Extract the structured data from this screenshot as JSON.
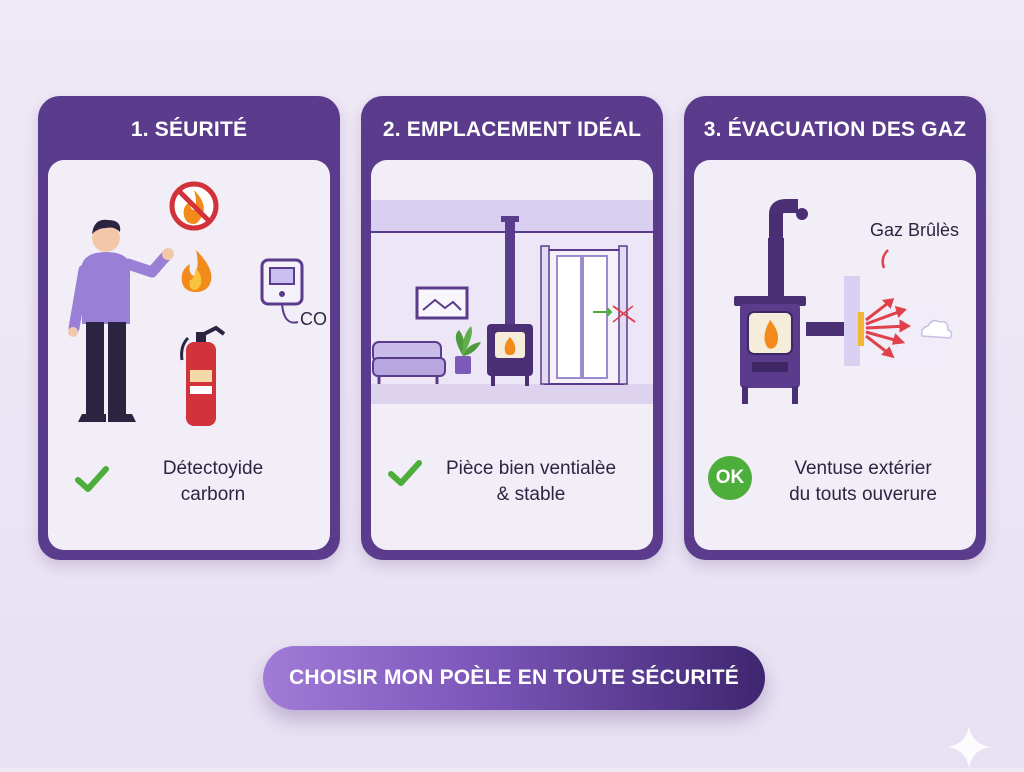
{
  "cards": [
    {
      "title": "1. SÉURITÉ",
      "caption_line1": "Détectoyide",
      "caption_line2": "carborn",
      "icon": "check-icon",
      "label_co": "CO"
    },
    {
      "title": "2. EMPLACEMENT IDÉAL",
      "caption_line1": "Pièce bien ventialèe",
      "caption_line2": "& stable",
      "icon": "check-icon"
    },
    {
      "title": "3. ÉVACUATION DES GAZ",
      "caption_line1": "Ventuse extérier",
      "caption_line2": "du touts ouverure",
      "badge": "OK",
      "gas_label": "Gaz Brûlès"
    }
  ],
  "cta": {
    "label": "CHOISIR MON POÈLE EN TOUTE SÉCURITÉ"
  },
  "colors": {
    "card_purple": "#5b3b8c",
    "panel": "#f2eef8",
    "check_green": "#4dae3c",
    "flame_orange": "#f28a1c",
    "extinguisher_red": "#d2333a",
    "arrow_red": "#e0414a"
  }
}
